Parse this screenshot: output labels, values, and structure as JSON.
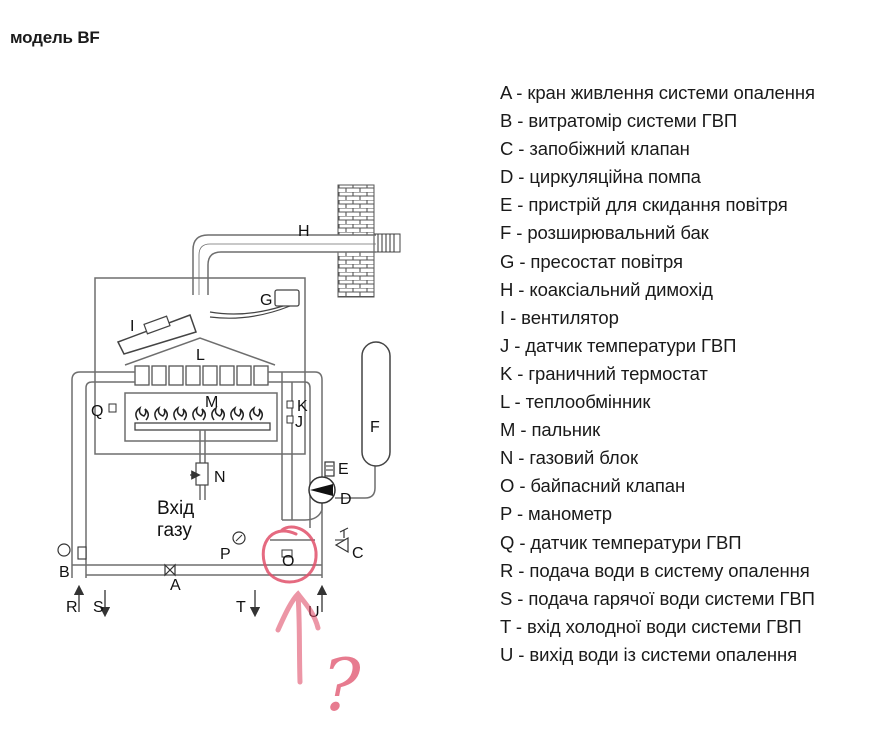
{
  "title": "модель BF",
  "legend": [
    "A - кран живлення системи опалення",
    "B - витратомір системи ГВП",
    "C - запобіжний клапан",
    "D - циркуляційна помпа",
    "E - пристрій для скидання повітря",
    "F - розширювальний бак",
    "G - пресостат повітря",
    "H - коаксіальний димохід",
    "I - вентилятор",
    "J - датчик температури ГВП",
    "K - граничний термостат",
    "L - теплообмінник",
    "M - пальник",
    "N - газовий блок",
    "O - байпасний клапан",
    "P - манометр",
    "Q - датчик температури ГВП",
    "R - подача води в систему опалення",
    "S - подача гарячої води системи ГВП",
    "T - вхід холодної води системи ГВП",
    "U - вихід води із системи опалення"
  ],
  "labels": {
    "A": "A",
    "B": "B",
    "C": "C",
    "D": "D",
    "E": "E",
    "F": "F",
    "G": "G",
    "H": "H",
    "I": "I",
    "J": "J",
    "K": "K",
    "L": "L",
    "M": "M",
    "N": "N",
    "O": "O",
    "P": "P",
    "Q": "Q",
    "R": "R",
    "S": "S",
    "T": "T",
    "U": "U",
    "gas_line1": "Вхід",
    "gas_line2": "газу",
    "question_mark": "?"
  },
  "colors": {
    "line": "#6e6e6e",
    "annotation": "#e0506a",
    "brick": "#555555"
  }
}
